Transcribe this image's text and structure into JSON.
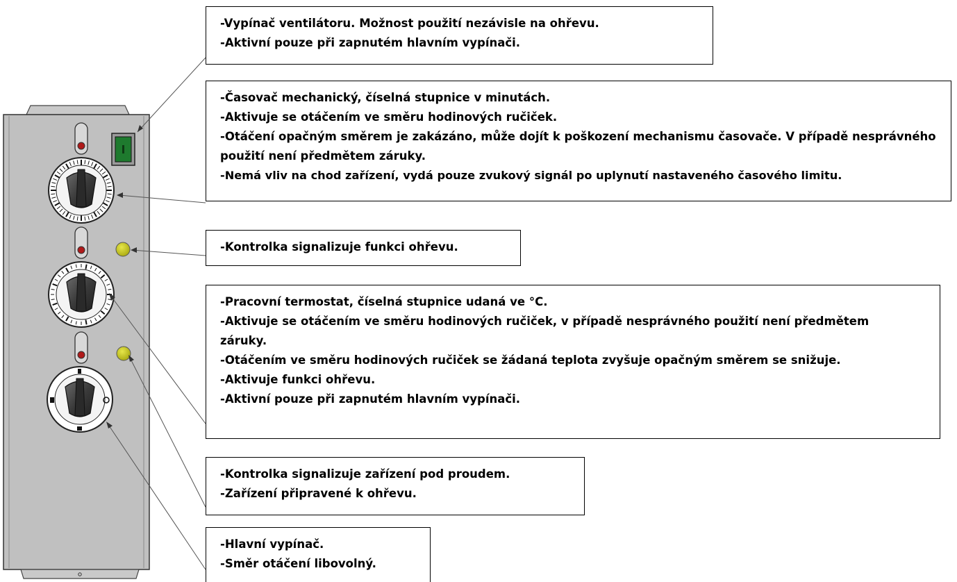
{
  "callouts": {
    "fan_switch": [
      "-Vypínač ventilátoru. Možnost použití nezávisle na ohřevu.",
      "-Aktivní pouze při zapnutém hlavním vypínači."
    ],
    "timer": [
      "-Časovač mechanický, číselná stupnice v minutách.",
      "-Aktivuje se otáčením ve směru hodinových ručiček.",
      "-Otáčení opačným směrem je zakázáno, může dojít k poškození mechanismu časovače. V případě nesprávného použití není předmětem záruky.",
      "-Nemá vliv na chod zařízení, vydá pouze zvukový signál po uplynutí nastaveného časového limitu."
    ],
    "heating_light": [
      "-Kontrolka signalizuje funkci ohřevu."
    ],
    "thermostat": [
      "-Pracovní termostat, číselná stupnice udaná ve °C.",
      "-Aktivuje se otáčením ve směru hodinových ručiček, v případě nesprávného použití není předmětem záruky.",
      "-Otáčením ve směru hodinových ručiček se žádaná teplota zvyšuje opačným směrem se snižuje.",
      "-Aktivuje funkci ohřevu.",
      "-Aktivní pouze při zapnutém hlavním vypínači."
    ],
    "power_light": [
      "-Kontrolka signalizuje zařízení pod proudem.",
      "-Zařízení připravené k ohřevu."
    ],
    "main_switch": [
      "-Hlavní vypínač.",
      "-Směr otáčení libovolný."
    ]
  },
  "colors": {
    "panel": "#c0c0c0",
    "indicator_light": "#c8c81e",
    "switch_green": "#1e7a2e",
    "knob": "#3a3a3a"
  }
}
